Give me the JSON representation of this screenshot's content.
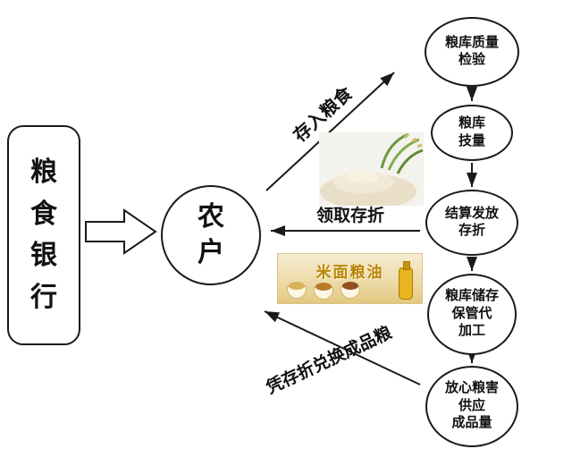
{
  "bank": {
    "label": "粮食银行"
  },
  "farmer": {
    "label": "农户"
  },
  "stages": [
    {
      "id": "quality-inspection",
      "lines": [
        "粮库质量",
        "检验"
      ]
    },
    {
      "id": "measurement",
      "lines": [
        "粮库",
        "技量"
      ]
    },
    {
      "id": "settlement",
      "lines": [
        "结算发放",
        "存折"
      ]
    },
    {
      "id": "storage-processing",
      "lines": [
        "粮库储存",
        "保管代",
        "加工"
      ]
    },
    {
      "id": "supply-finished",
      "lines": [
        "放心粮害",
        "供应",
        "成品量"
      ]
    }
  ],
  "flow_labels": {
    "deposit": "存入粮食",
    "passbook": "领取存折",
    "redeem": "凭存折兑换成品粮"
  },
  "photos": {
    "banner_text": "米面粮油"
  },
  "colors": {
    "line": "#1a1a1a",
    "background": "#ffffff"
  }
}
